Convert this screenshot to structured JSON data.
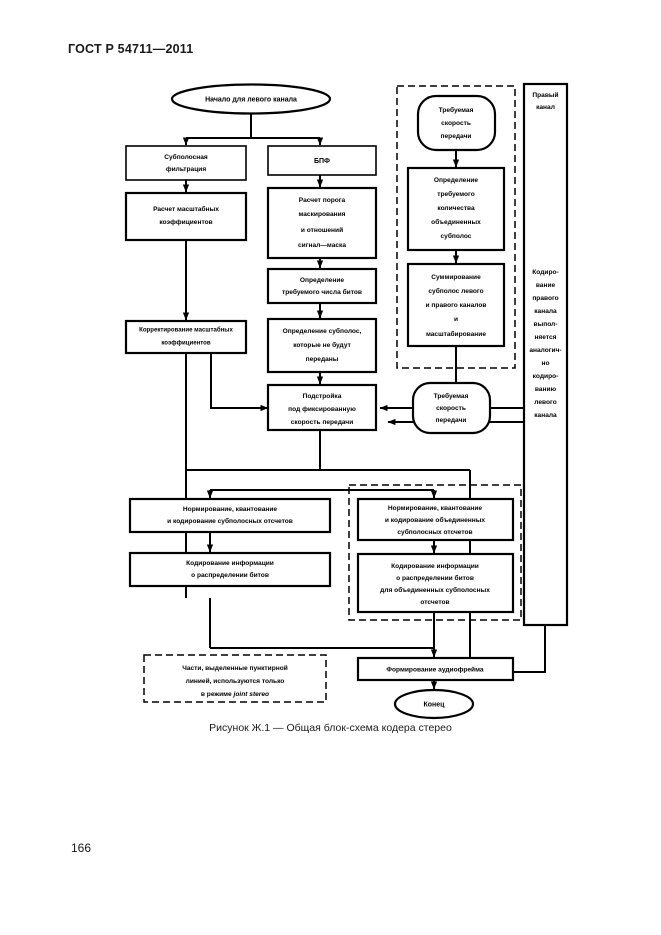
{
  "document": {
    "standard_header": "ГОСТ Р 54711—2011",
    "page_number": "166",
    "figure_caption": "Рисунок Ж.1 — Общая блок-схема кодера стерео"
  },
  "colors": {
    "ink": "#000000",
    "paper": "#ffffff"
  },
  "flowchart": {
    "start_terminal": "Начало для левого канала",
    "end_terminal": "Конец",
    "left_column": [
      {
        "id": "subband-filter",
        "lines": [
          "Субполосная",
          "фильтрация"
        ]
      },
      {
        "id": "scale-factors",
        "lines": [
          "Расчет масштабных",
          "коэффициентов"
        ]
      },
      {
        "id": "correct-scale-factors",
        "lines": [
          "Корректирование масштабных",
          "коэффициентов"
        ]
      },
      {
        "id": "normalize-quantize-code",
        "lines": [
          "Нормирование, квантование",
          "и кодирование субполосных отсчетов"
        ]
      },
      {
        "id": "code-bit-allocation",
        "lines": [
          "Кодирование информации",
          "о распределении битов"
        ]
      }
    ],
    "middle_column": [
      {
        "id": "fft",
        "lines": [
          "БПФ"
        ]
      },
      {
        "id": "masking-threshold",
        "lines": [
          "Расчет порога",
          "маскирования",
          "и отношений",
          "сигнал—маска"
        ]
      },
      {
        "id": "required-bits",
        "lines": [
          "Определение",
          "требуемого числа битов"
        ]
      },
      {
        "id": "subbands-not-transmitted",
        "lines": [
          "Определение субполос,",
          "которые не будут",
          "переданы"
        ]
      },
      {
        "id": "fixed-rate-adjust",
        "lines": [
          "Подстройка",
          "под фиксированную",
          "скорость передачи"
        ]
      }
    ],
    "joint_stereo_column": [
      {
        "id": "required-rate-top",
        "type": "terminal",
        "lines": [
          "Требуемая",
          "скорость",
          "передачи"
        ]
      },
      {
        "id": "required-joint-subbands",
        "lines": [
          "Определение",
          "требуемого",
          "количества",
          "объединенных",
          "субполос"
        ]
      },
      {
        "id": "sum-subbands",
        "lines": [
          "Суммирование",
          "субполос левого",
          "и правого каналов",
          "и",
          "масштабирование"
        ]
      }
    ],
    "required_rate_mid": {
      "id": "required-rate-mid",
      "type": "terminal",
      "lines": [
        "Требуемая",
        "скорость",
        "передачи"
      ]
    },
    "joint_stereo_lower": [
      {
        "id": "normalize-quantize-joint",
        "lines": [
          "Нормирование, квантование",
          "и кодирование объединенных",
          "субполосных отсчетов"
        ]
      },
      {
        "id": "code-bit-allocation-joint",
        "lines": [
          "Кодирование информации",
          "о распределении битов",
          "для объединенных субполосных",
          "отсчетов"
        ]
      }
    ],
    "audio_frame": {
      "id": "audio-frame",
      "lines": [
        "Формирование аудиофрейма"
      ]
    },
    "right_channel_box": {
      "id": "right-channel",
      "title_lines": [
        "Правый",
        "канал"
      ],
      "body_lines": [
        "Кодиро-",
        "вание",
        "правого",
        "канала",
        "выпол-",
        "няется",
        "аналогич-",
        "но",
        "кодиро-",
        "ванию",
        "левого",
        "канала"
      ]
    },
    "legend_note": {
      "id": "joint-stereo-note",
      "lines": [
        "Части, выделенные пунктирной",
        "линией, используются только",
        "в режиме "
      ],
      "italic_tail": "joint stereo"
    }
  }
}
